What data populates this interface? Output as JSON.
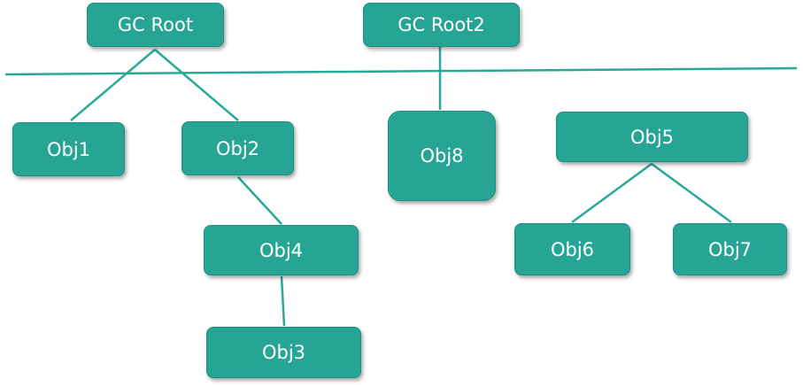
{
  "nodes": {
    "gc_root": "GC Root",
    "gc_root2": "GC Root2",
    "obj1": "Obj1",
    "obj2": "Obj2",
    "obj3": "Obj3",
    "obj4": "Obj4",
    "obj5": "Obj5",
    "obj6": "Obj6",
    "obj7": "Obj7",
    "obj8": "Obj8"
  },
  "references": [
    {
      "from": "gc_root",
      "to": "obj1"
    },
    {
      "from": "gc_root",
      "to": "obj2"
    },
    {
      "from": "obj2",
      "to": "obj4"
    },
    {
      "from": "obj4",
      "to": "obj3"
    },
    {
      "from": "gc_root2",
      "to": "obj8"
    },
    {
      "from": "obj5",
      "to": "obj6"
    },
    {
      "from": "obj5",
      "to": "obj7"
    }
  ],
  "colors": {
    "node_fill": "#26a595",
    "node_text": "#ffffff",
    "line": "#28a896"
  }
}
